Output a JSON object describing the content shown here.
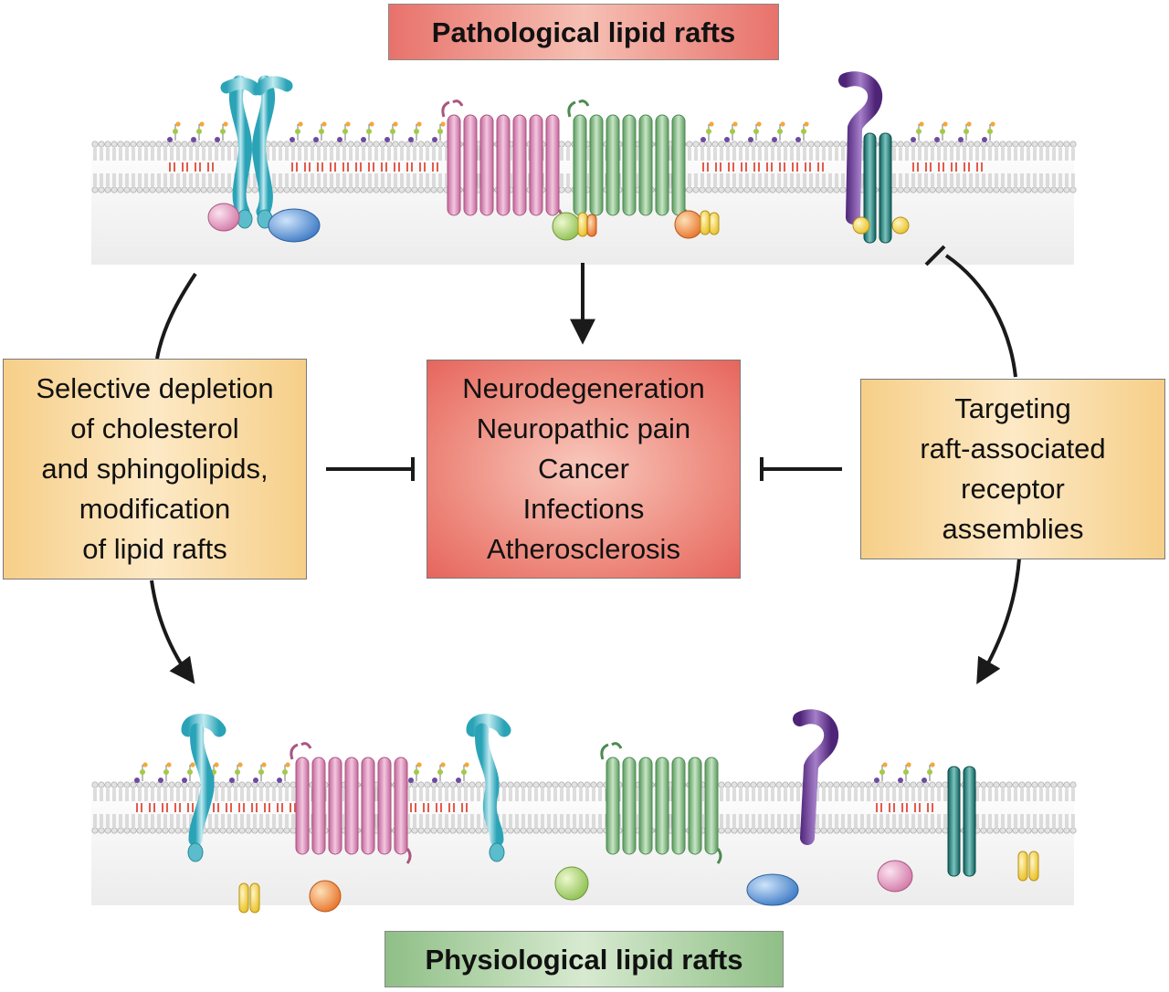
{
  "titles": {
    "top": "Pathological lipid rafts",
    "bottom": "Physiological lipid rafts"
  },
  "boxes": {
    "left": [
      "Selective depletion",
      "of cholesterol",
      "and sphingolipids,",
      "modification",
      "of lipid rafts"
    ],
    "center": [
      "Neurodegeneration",
      "Neuropathic pain",
      "Cancer",
      "Infections",
      "Atherosclerosis"
    ],
    "right": [
      "Targeting",
      "raft-associated",
      "receptor",
      "assemblies"
    ]
  },
  "colors": {
    "title_top_bg": "#e8726b",
    "title_bottom_bg": "#8fbf86",
    "side_box_bg": "#f6cf88",
    "center_box_bg": "#ee8c80",
    "arrow": "#1a1a1a",
    "membrane_head": "#d9d9d9",
    "membrane_tail": "#e35b4d",
    "protein_cyan": "#5bbccb",
    "protein_pink": "#d77fb0",
    "protein_green": "#6faa72",
    "protein_purple": "#6e3d96",
    "protein_teal": "#1f7d7a"
  }
}
